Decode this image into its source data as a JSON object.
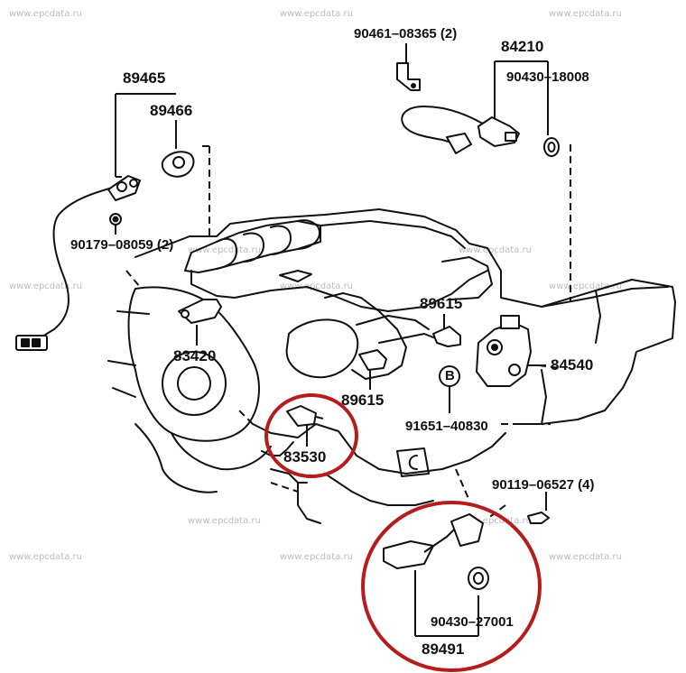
{
  "watermark": "www.epcdata.ru",
  "highlight_color": "#b71c1c",
  "parts": {
    "p89465": "89465",
    "p89466": "89466",
    "p90179": "90179–08059 (2)",
    "p90461": "90461–08365 (2)",
    "p84210": "84210",
    "p90430a": "90430–18008",
    "p83420": "83420",
    "p89615a": "89615",
    "p89615b": "89615",
    "p84540": "84540",
    "pB": "B",
    "p91651": "91651–40830",
    "p83530": "83530",
    "p90119": "90119–06527 (4)",
    "p90430b": "90430–27001",
    "p89491": "89491"
  }
}
